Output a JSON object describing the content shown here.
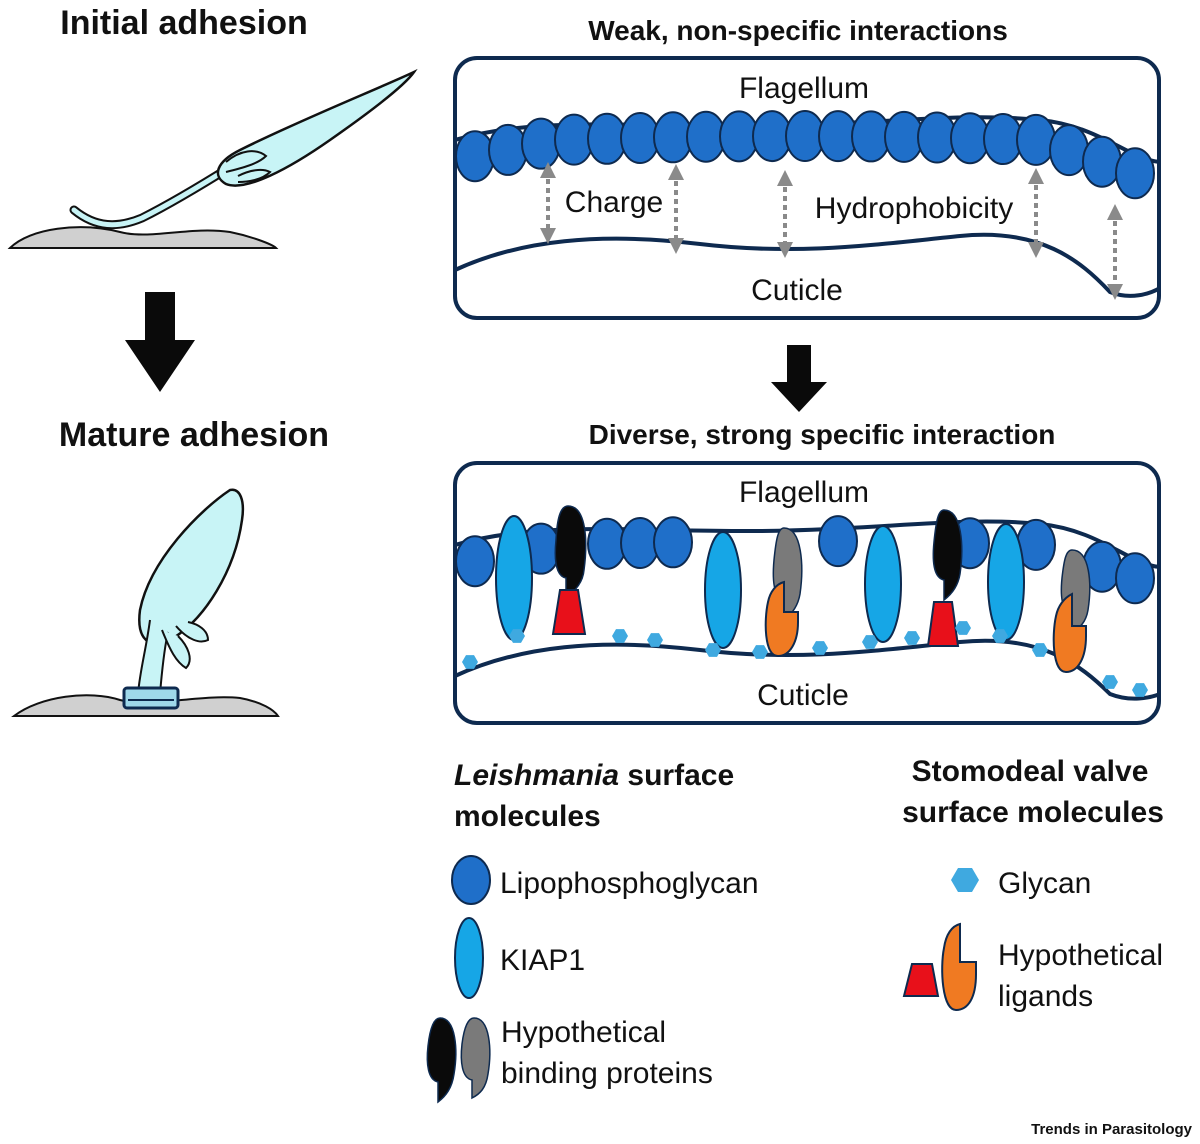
{
  "left": {
    "initial_title": "Initial adhesion",
    "mature_title": "Mature adhesion"
  },
  "panel_top": {
    "title": "Weak, non-specific interactions",
    "flagellum": "Flagellum",
    "cuticle": "Cuticle",
    "label_charge": "Charge",
    "label_hydrophobicity": "Hydrophobicity"
  },
  "panel_bottom": {
    "title": "Diverse, strong specific interaction",
    "flagellum": "Flagellum",
    "cuticle": "Cuticle"
  },
  "legend": {
    "left_title_italic": "Leishmania",
    "left_title_rest": " surface",
    "left_title_line2": "molecules",
    "right_title_line1": "Stomodeal valve",
    "right_title_line2": "surface molecules",
    "lpg": "Lipophosphoglycan",
    "kiap1": "KIAP1",
    "binding_line1": "Hypothetical",
    "binding_line2": "binding proteins",
    "glycan": "Glycan",
    "ligands_line1": "Hypothetical",
    "ligands_line2": "ligands"
  },
  "footer": {
    "credit": "Trends in Parasitology"
  },
  "colors": {
    "lpg": "#1f6fc9",
    "kiap1": "#16a6e6",
    "glycan": "#3fa9e0",
    "binding_black": "#0a0a0a",
    "binding_gray": "#7a7a7a",
    "ligand_red": "#e8101a",
    "ligand_orange": "#f07a22",
    "outline": "#0e2a4f",
    "cell_fill": "#c8f4f6",
    "substrate": "#d0d0d0"
  }
}
